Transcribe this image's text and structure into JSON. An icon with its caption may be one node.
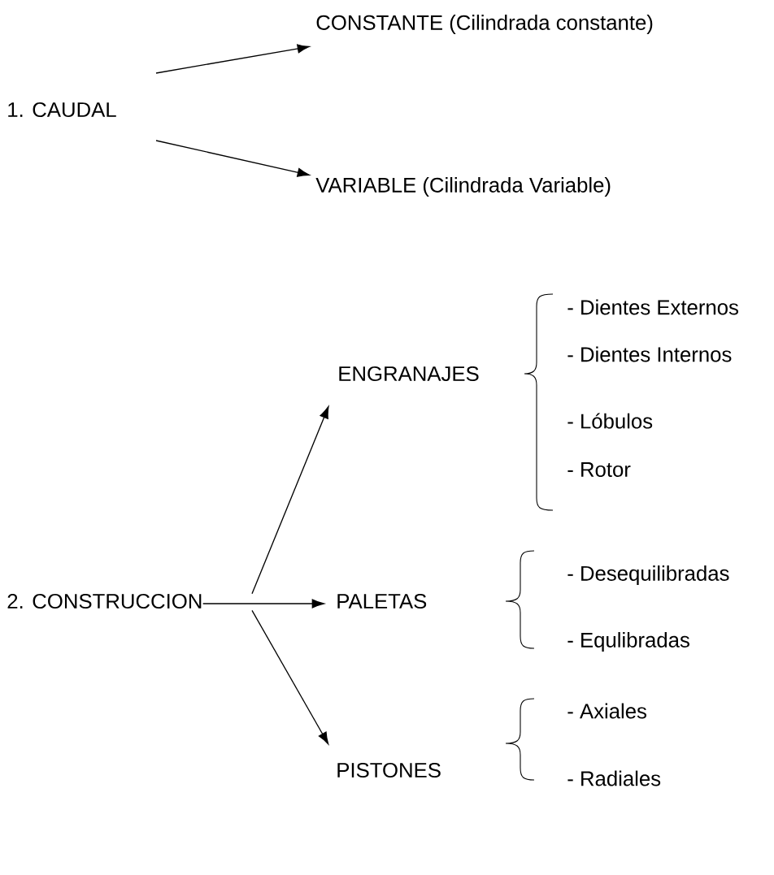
{
  "diagram": {
    "nodes": [
      {
        "text": [
          "1. CAUDAL"
        ]
      },
      {
        "text": [
          "CONSTANTE (Cilindrada constante)"
        ]
      },
      {
        "text": [
          "VARIABLE (Cilindrada Variable)"
        ]
      },
      {
        "text": [
          "2. CONSTRUCCION"
        ]
      },
      {
        "text": [
          "ENGRANAJES"
        ]
      },
      {
        "text": [
          "PALETAS"
        ]
      },
      {
        "text": [
          "PISTONES"
        ]
      }
    ],
    "edges": [
      {
        "from": 0,
        "to": 1,
        "arrow": "to"
      },
      {
        "from": 0,
        "to": 2,
        "arrow": "to"
      },
      {
        "from": 3,
        "to": 4,
        "arrow": "to"
      },
      {
        "from": 3,
        "to": 5,
        "arrow": "to"
      },
      {
        "from": 3,
        "to": 6,
        "arrow": "to"
      }
    ],
    "labels": [
      "- Dientes Externos",
      "- Dientes Internos",
      "- Lóbulos",
      "- Rotor",
      "- Desequilibradas",
      "- Equlibradas",
      "- Axiales",
      "- Radiales"
    ]
  }
}
